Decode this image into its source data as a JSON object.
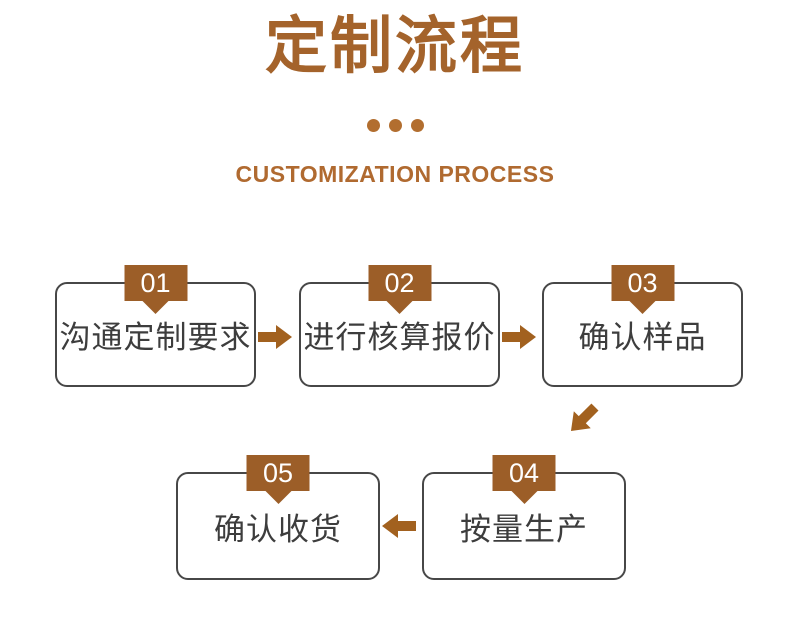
{
  "header": {
    "title": "定制流程",
    "subtitle": "CUSTOMIZATION PROCESS"
  },
  "steps": [
    {
      "number": "01",
      "label": "沟通定制要求"
    },
    {
      "number": "02",
      "label": "进行核算报价"
    },
    {
      "number": "03",
      "label": "确认样品"
    },
    {
      "number": "04",
      "label": "按量生产"
    },
    {
      "number": "05",
      "label": "确认收货"
    }
  ],
  "flow": {
    "connections": [
      {
        "from": "01",
        "to": "02",
        "direction": "right"
      },
      {
        "from": "02",
        "to": "03",
        "direction": "right"
      },
      {
        "from": "03",
        "to": "04",
        "direction": "down-left"
      },
      {
        "from": "04",
        "to": "05",
        "direction": "left"
      }
    ]
  },
  "colors": {
    "background": "#ffffff",
    "title": "#a4632b",
    "subtitle": "#b06a30",
    "dot": "#b26e2f",
    "badge_bg": "#9c5e28",
    "badge_text": "#ffffff",
    "arrow": "#a2611f",
    "box_border": "#474747",
    "box_text": "#3d3d3d"
  }
}
